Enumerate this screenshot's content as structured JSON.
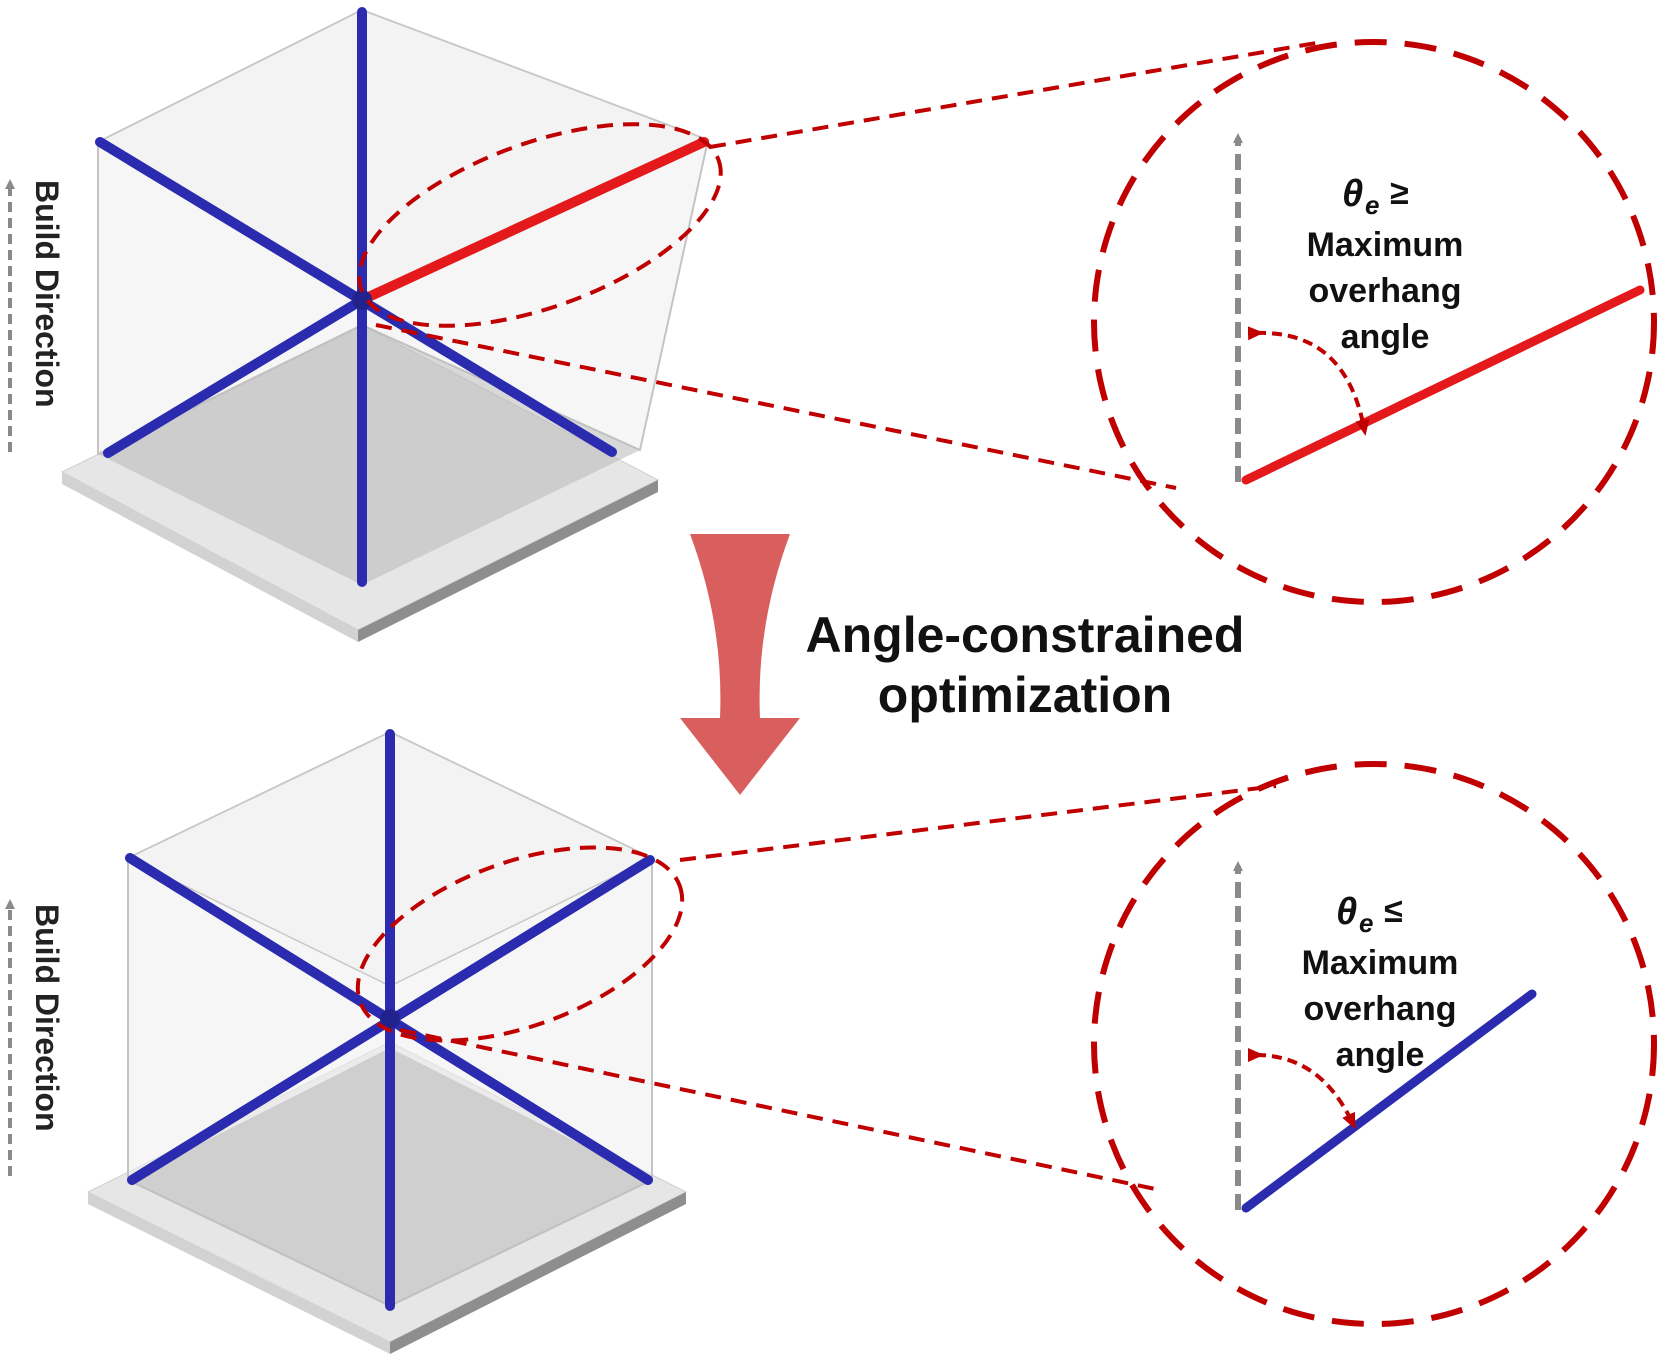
{
  "top_panel": {
    "build_direction_label": "Build Direction",
    "annotation": {
      "symbol": "θ",
      "subscript": "e",
      "relation": "≥",
      "line1": "Maximum",
      "line2": "overhang",
      "line3": "angle"
    }
  },
  "transition": {
    "line1": "Angle-constrained",
    "line2": "optimization"
  },
  "bottom_panel": {
    "build_direction_label": "Build Direction",
    "annotation": {
      "symbol": "θ",
      "subscript": "e",
      "relation": "≤",
      "line1": "Maximum",
      "line2": "overhang",
      "line3": "angle"
    }
  },
  "colors": {
    "violating_strut": "#e3191c",
    "compliant_strut": "#2b2bb0",
    "callout_dash": "#c00000",
    "transition_arrow": "#d95f5f",
    "build_arrow": "#8a8a8a"
  }
}
